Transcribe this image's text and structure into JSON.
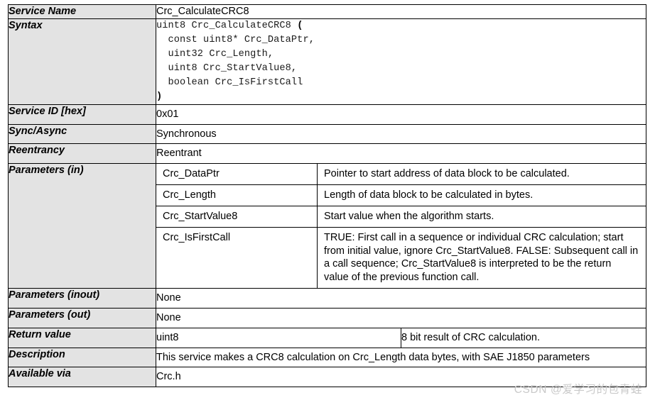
{
  "table": {
    "rows": [
      {
        "label": "Service Name",
        "value": "Crc_CalculateCRC8"
      },
      {
        "label": "Syntax",
        "value": ""
      },
      {
        "label": "Service ID [hex]",
        "value": "0x01"
      },
      {
        "label": "Sync/Async",
        "value": "Synchronous"
      },
      {
        "label": "Reentrancy",
        "value": "Reentrant"
      },
      {
        "label": "Parameters (in)",
        "value": ""
      },
      {
        "label": "Parameters (inout)",
        "value": "None"
      },
      {
        "label": "Parameters (out)",
        "value": "None"
      },
      {
        "label": "Return value",
        "value": "uint8"
      },
      {
        "label": "Description",
        "value": "This service makes a CRC8 calculation on Crc_Length data bytes, with SAE J1850 parameters"
      },
      {
        "label": "Available via",
        "value": "Crc.h"
      }
    ]
  },
  "syntax": {
    "line1_pre": "uint8 Crc_CalculateCRC8 ",
    "line1_paren": "(",
    "line2": "  const uint8* Crc_DataPtr,",
    "line3": "  uint32 Crc_Length,",
    "line4": "  uint8 Crc_StartValue8,",
    "line5": "  boolean Crc_IsFirstCall",
    "line6_paren": ")"
  },
  "parameters_in": [
    {
      "name": "Crc_DataPtr",
      "description": "Pointer to start address of data block to be calculated."
    },
    {
      "name": "Crc_Length",
      "description": "Length of data block to be calculated in bytes."
    },
    {
      "name": "Crc_StartValue8",
      "description": "Start value when the algorithm starts."
    },
    {
      "name": "Crc_IsFirstCall",
      "description": "TRUE: First call in a sequence or individual CRC calculation; start from initial value, ignore Crc_StartValue8. FALSE: Subsequent call in a call sequence; Crc_StartValue8 is interpreted to be the return value of the previous function call."
    }
  ],
  "return_value": {
    "type": "uint8",
    "description": "8 bit result of CRC calculation."
  },
  "watermark": {
    "text": "CSDN @爱学习的包青蛙",
    "color": "#c9c9c9"
  }
}
